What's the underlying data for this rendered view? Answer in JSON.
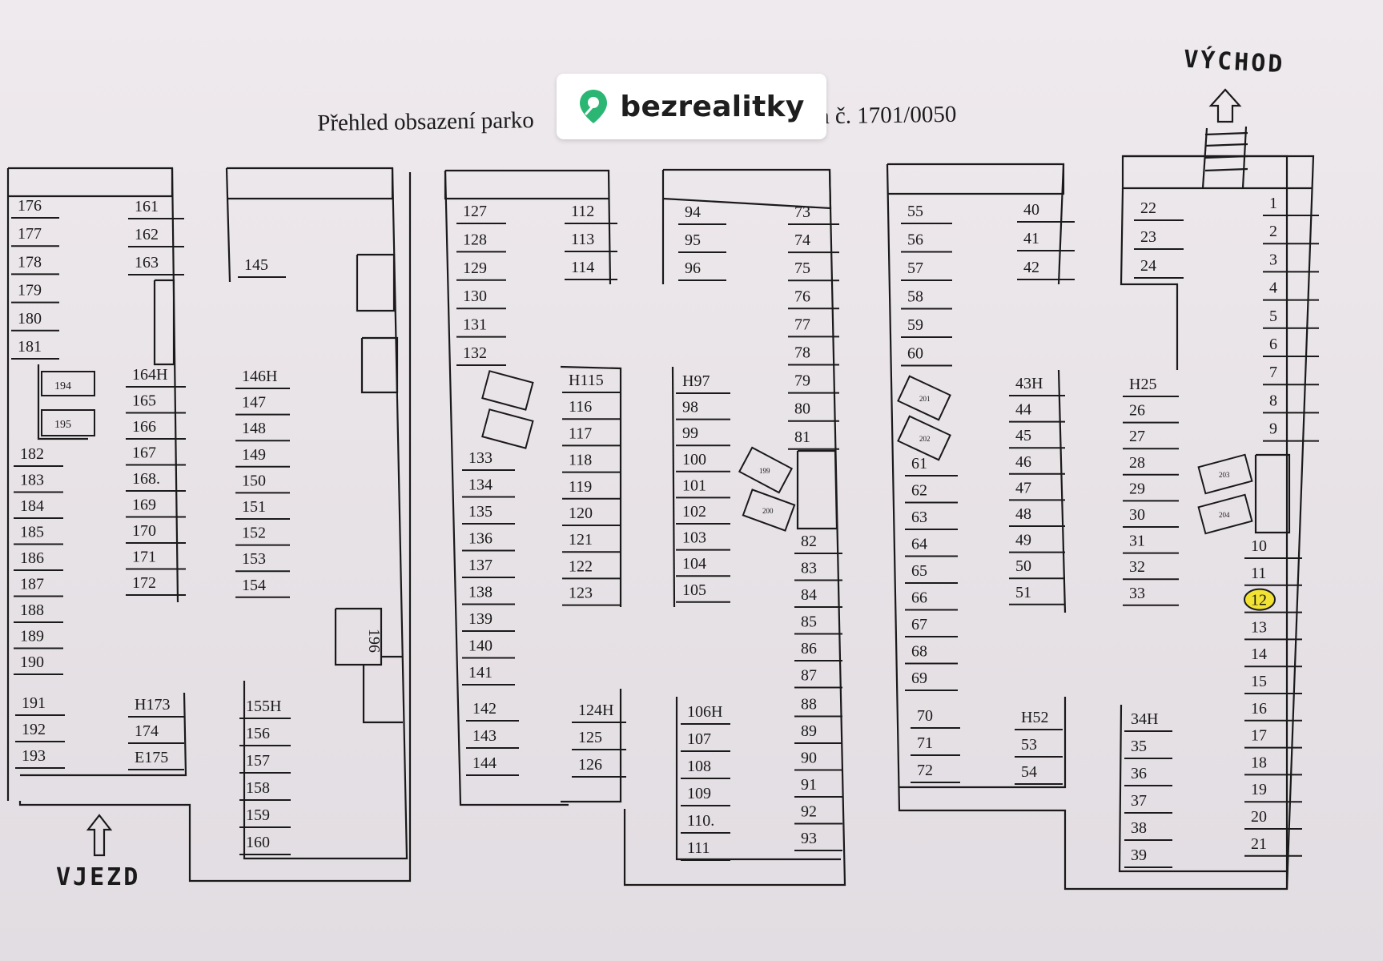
{
  "header": {
    "title_left": "Přehled obsazení parko",
    "title_right": "notka č. 1701/0050"
  },
  "brand": {
    "name": "bezrealitky",
    "accent": "#2bb673"
  },
  "labels": {
    "exit": "VÝCHOD",
    "entry": "VJEZD"
  },
  "highlight": {
    "spot": "12",
    "color": "#f2e233"
  },
  "spots": {
    "col_a": [
      "176",
      "177",
      "178",
      "179",
      "180",
      "181",
      "182",
      "183",
      "184",
      "185",
      "186",
      "187",
      "188",
      "189",
      "190",
      "191",
      "192",
      "193"
    ],
    "col_b_top": [
      "161",
      "162",
      "163"
    ],
    "col_b": [
      "164H",
      "165",
      "166",
      "167",
      "168.",
      "169",
      "170",
      "171",
      "172"
    ],
    "col_b_bottom": [
      "H173",
      "174",
      "E175"
    ],
    "boxed_a": [
      "194",
      "195"
    ],
    "col_c_top": [
      "145"
    ],
    "col_c": [
      "146H",
      "147",
      "148",
      "149",
      "150",
      "151",
      "152",
      "153",
      "154"
    ],
    "col_c_bottom": [
      "155H",
      "156",
      "157",
      "158",
      "159",
      "160"
    ],
    "rotated_196": "196",
    "col_d": [
      "127",
      "128",
      "129",
      "130",
      "131",
      "132",
      "133",
      "134",
      "135",
      "136",
      "137",
      "138",
      "139",
      "140",
      "141",
      "142",
      "143",
      "144"
    ],
    "col_e_top": [
      "112",
      "113",
      "114"
    ],
    "col_e": [
      "H115",
      "116",
      "117",
      "118",
      "119",
      "120",
      "121",
      "122",
      "123"
    ],
    "col_e_bottom": [
      "124H",
      "125",
      "126"
    ],
    "col_f_top": [
      "94",
      "95",
      "96"
    ],
    "col_f": [
      "H97",
      "98",
      "99",
      "100",
      "101",
      "102",
      "103",
      "104",
      "105"
    ],
    "col_f_bottom": [
      "106H",
      "107",
      "108",
      "109",
      "110.",
      "111"
    ],
    "col_g": [
      "73",
      "74",
      "75",
      "76",
      "77",
      "78",
      "79",
      "80",
      "81",
      "82",
      "83",
      "84",
      "85",
      "86",
      "87",
      "88",
      "89",
      "90",
      "91",
      "92",
      "93"
    ],
    "small_fg": [
      "199",
      "200"
    ],
    "col_h": [
      "55",
      "56",
      "57",
      "58",
      "59",
      "60",
      "61",
      "62",
      "63",
      "64",
      "65",
      "66",
      "67",
      "68",
      "69",
      "70",
      "71",
      "72"
    ],
    "small_h": [
      "201",
      "202"
    ],
    "col_i_top": [
      "40",
      "41",
      "42"
    ],
    "col_i": [
      "43H",
      "44",
      "45",
      "46",
      "47",
      "48",
      "49",
      "50",
      "51"
    ],
    "col_i_bottom": [
      "H52",
      "53",
      "54"
    ],
    "col_j_top": [
      "22",
      "23",
      "24"
    ],
    "col_j": [
      "H25",
      "26",
      "27",
      "28",
      "29",
      "30",
      "31",
      "32",
      "33"
    ],
    "col_j_bottom": [
      "34H",
      "35",
      "36",
      "37",
      "38",
      "39"
    ],
    "small_jk": [
      "203",
      "204"
    ],
    "col_k": [
      "1",
      "2",
      "3",
      "4",
      "5",
      "6",
      "7",
      "8",
      "9",
      "10",
      "11",
      "12",
      "13",
      "14",
      "15",
      "16",
      "17",
      "18",
      "19",
      "20",
      "21"
    ]
  }
}
